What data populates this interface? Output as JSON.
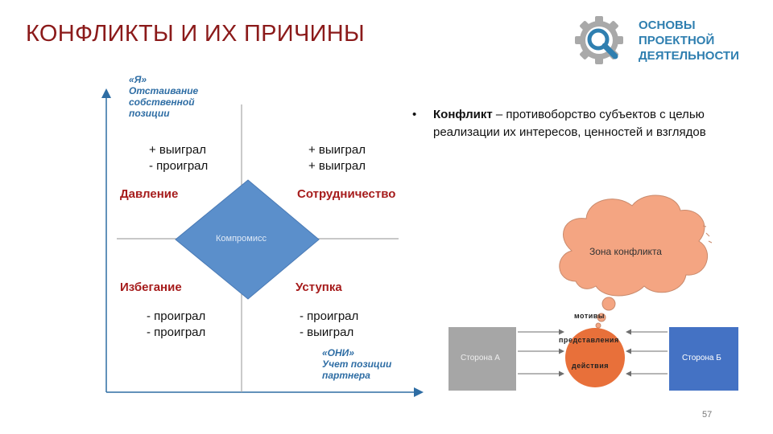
{
  "title": "КОНФЛИКТЫ И ИХ ПРИЧИНЫ",
  "logo": {
    "line1": "ОСНОВЫ",
    "line2": "ПРОЕКТНОЙ",
    "line3": "ДЕЯТЕЛЬНОСТИ",
    "color": "#2f7fb0",
    "icon": "gear-magnifier-icon"
  },
  "matrix": {
    "y_axis_label": [
      "«Я»",
      "Отстаивание",
      "собственной",
      "позиции"
    ],
    "x_axis_label": [
      "«ОНИ»",
      "Учет позиции",
      "партнера"
    ],
    "quadrants": {
      "top_left": {
        "outcome1": "+ выиграл",
        "outcome2": "- проиграл",
        "strategy": "Давление"
      },
      "top_right": {
        "outcome1": "+ выиграл",
        "outcome2": "+ выиграл",
        "strategy": "Сотрудничество"
      },
      "bottom_left": {
        "outcome1": "- проиграл",
        "outcome2": "- проиграл",
        "strategy": "Избегание"
      },
      "bottom_right": {
        "outcome1": "- проиграл",
        "outcome2": "- выиграл",
        "strategy": "Уступка"
      }
    },
    "center": "Компромисс"
  },
  "definition": {
    "bullet": "•",
    "term": "Конфликт",
    "text": " – противоборство субъектов с целью реализации их интересов, ценностей и взглядов"
  },
  "conflict_diagram": {
    "cloud_label": "Зона конфликта",
    "side_a": "Сторона А",
    "side_b": "Сторона Б",
    "circle_labels": [
      "мотивы",
      "представления",
      "действия"
    ]
  },
  "slide_number": "57",
  "colors": {
    "title": "#8b1a1a",
    "strategy": "#a61c1c",
    "axis_label": "#2e6da4",
    "diamond": "#5b8fcb",
    "cloud": "#f4a582",
    "circle": "#e8703a",
    "side_a": "#a6a6a6",
    "side_b": "#4472c4"
  }
}
